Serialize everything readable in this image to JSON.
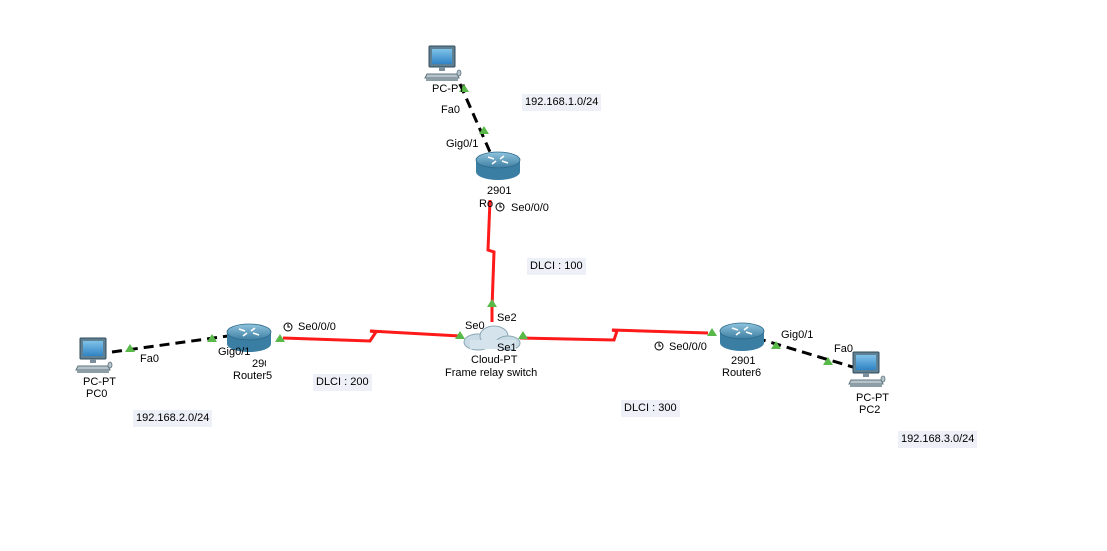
{
  "pc_top": {
    "type": "PC-PT",
    "name": "",
    "port": "Fa0"
  },
  "pc0": {
    "type": "PC-PT",
    "name": "PC0",
    "port": "Fa0"
  },
  "pc2": {
    "type": "PC-PT",
    "name": "PC2",
    "port": "Fa0"
  },
  "router_top": {
    "model": "2901",
    "name": "Ro",
    "gig": "Gig0/1",
    "serial": "Se0/0/0"
  },
  "router5": {
    "model": "2901",
    "name": "Router5",
    "gig": "Gig0/1",
    "serial": "Se0/0/0"
  },
  "router6": {
    "model": "2901",
    "name": "Router6",
    "gig": "Gig0/1",
    "serial": "Se0/0/0"
  },
  "cloud": {
    "name": "Cloud-PT",
    "desc": "Frame relay switch",
    "se0": "Se0",
    "se1": "Se1",
    "se2": "Se2"
  },
  "networks": {
    "top": "192.168.1.0/24",
    "left": "192.168.2.0/24",
    "right": "192.168.3.0/24"
  },
  "dlci": {
    "top": "DLCI : 100",
    "left": "DLCI : 200",
    "right": "DLCI : 300"
  },
  "colors": {
    "serial": "#ff1a1a",
    "ethernet": "#000000",
    "port_up": "#58b949",
    "device": "#4a8fb5",
    "net_bg": "#eef0f8"
  }
}
